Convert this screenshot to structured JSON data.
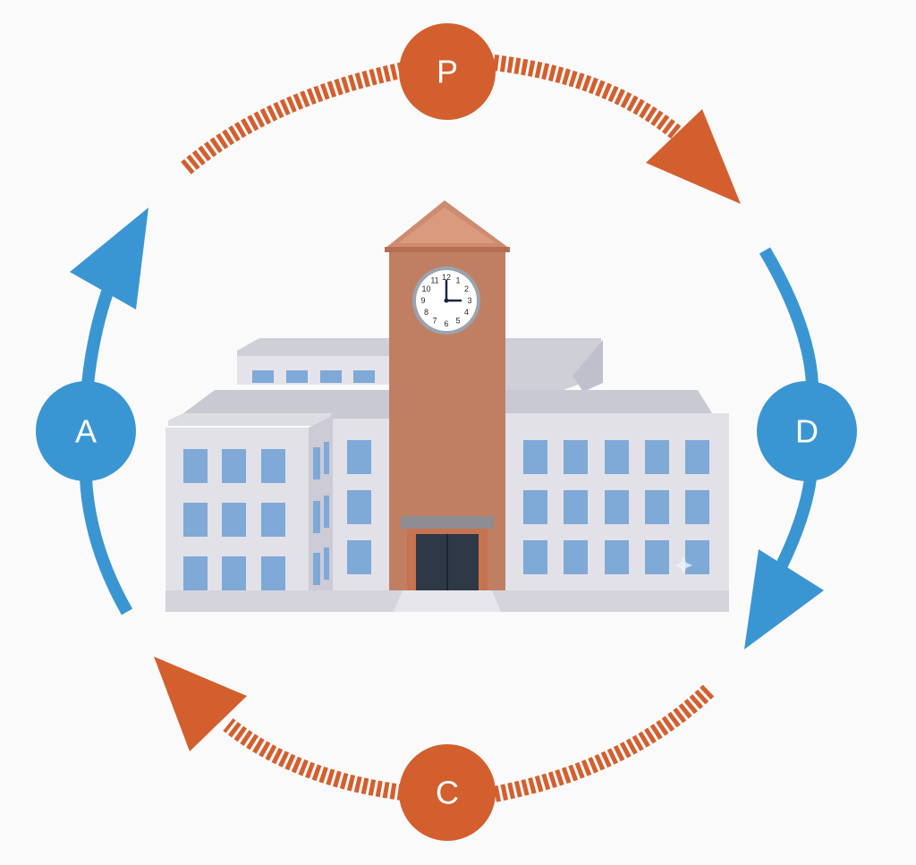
{
  "cycle": {
    "stages": [
      {
        "id": "plan",
        "label": "P"
      },
      {
        "id": "do",
        "label": "D"
      },
      {
        "id": "check",
        "label": "C"
      },
      {
        "id": "act",
        "label": "A"
      }
    ]
  },
  "clock": {
    "numerals": [
      "12",
      "1",
      "2",
      "3",
      "4",
      "5",
      "6",
      "7",
      "8",
      "9",
      "10",
      "11"
    ],
    "time_shown": "3:00"
  },
  "colors": {
    "orange": "#d35f2e",
    "blue": "#3a96d2",
    "tower": "#c07f62",
    "roof": "#cd8b6f",
    "wall": "#e1e0e8",
    "window": "#7fa9d6",
    "background": "#fbfafa"
  },
  "icons": {
    "building": "school-building-icon",
    "clock": "clock-icon"
  }
}
